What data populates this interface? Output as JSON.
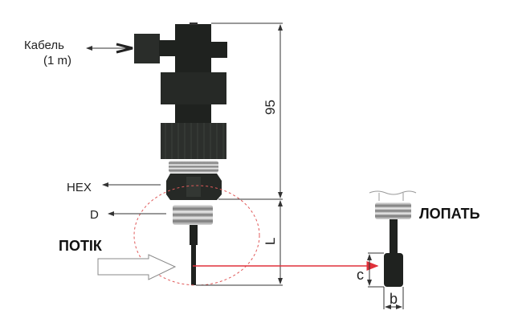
{
  "labels": {
    "cable": "Кабель",
    "cable_length": "(1 m)",
    "hex": "HEX",
    "d": "D",
    "flow": "ПОТІК",
    "paddle": "ЛОПАТЬ",
    "height_dim": "95",
    "length_dim": "L",
    "paddle_height_dim": "c",
    "paddle_width_dim": "b"
  },
  "colors": {
    "body": "#1f221f",
    "thread": "#c9c9c9",
    "dimension": "#333333",
    "detail_arrow": "#e0303a",
    "detail_circle": "#e05a5a"
  }
}
